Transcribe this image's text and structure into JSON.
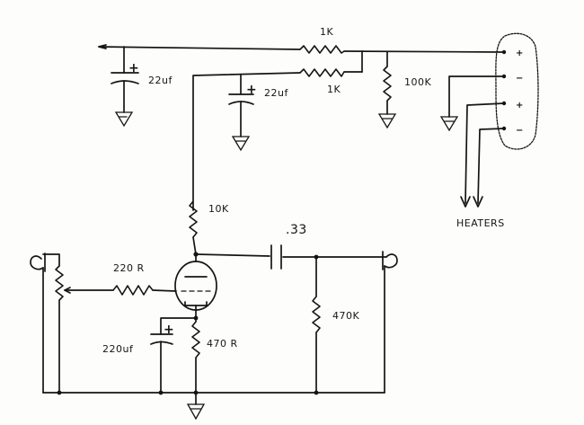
{
  "schematic": {
    "labels": {
      "r_1k_top": "1K",
      "r_1k_bottom": "1K",
      "c_22uf_left": "22uf",
      "c_22uf_mid": "22uf",
      "r_100k": "100K",
      "r_10k": "10K",
      "c_coupling": ".33",
      "r_220r": "220 R",
      "c_220uf": "220uf",
      "r_470r": "470 R",
      "r_470k": "470K",
      "heaters": "HEATERS"
    },
    "plugs": {
      "terminals": [
        "+",
        "−",
        "+",
        "−"
      ]
    },
    "polarity": {
      "c_left": "+",
      "c_mid": "+",
      "c_cathode": "+"
    }
  }
}
